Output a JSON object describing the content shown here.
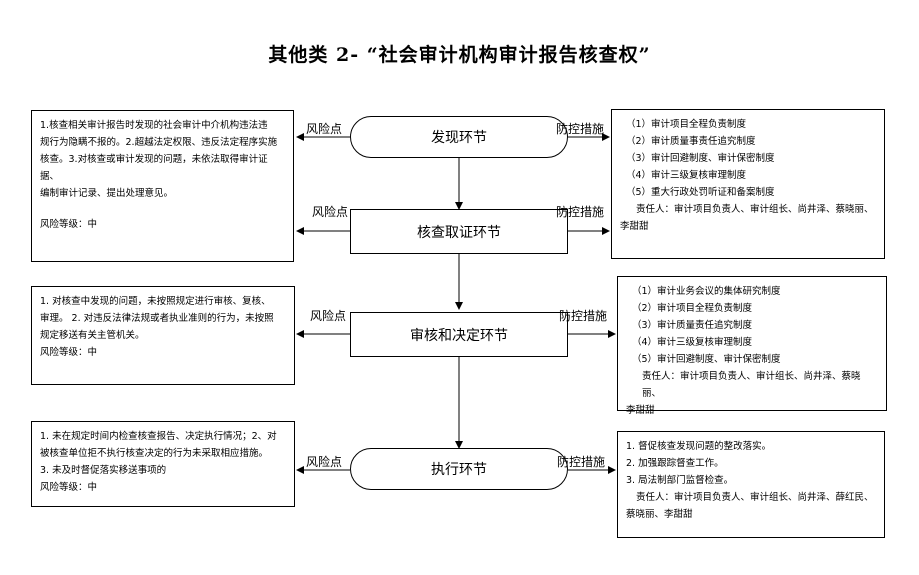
{
  "title": "其他类 2- “社会审计机构审计报告核查权”",
  "labels": {
    "risk": "风险点",
    "control": "防控措施"
  },
  "stages": [
    {
      "name": "发现环节"
    },
    {
      "name": "核查取证环节"
    },
    {
      "name": "审核和决定环节"
    },
    {
      "name": "执行环节"
    }
  ],
  "risk_boxes": [
    {
      "lines": [
        "1.核查相关审计报告时发现的社会审计中介机构违法违",
        "规行为隐瞒不报的。2.超越法定权限、违反法定程序实施",
        "核查。3.对核查或审计发现的问题，未依法取得审计证据、",
        "编制审计记录、提出处理意见。"
      ],
      "level": "风险等级：中"
    },
    {
      "lines": [
        "1. 对核查中发现的问题，未按照规定进行审核、复核、",
        "审理。 2. 对违反法律法规或者执业准则的行为，未按照",
        "规定移送有关主管机关。"
      ],
      "level": "风险等级：中"
    },
    {
      "lines": [
        "1. 未在规定时间内检查核查报告、决定执行情况；2、对",
        "被核查单位拒不执行核查决定的行为未采取相应措施。",
        "3. 未及时督促落实移送事项的"
      ],
      "level": "风险等级：中"
    }
  ],
  "control_boxes": [
    {
      "lines": [
        "（1）审计项目全程负责制度",
        "（2）审计质量事责任追究制度",
        "（3）审计回避制度、审计保密制度",
        "（4）审计三级复核审理制度",
        "（5）重大行政处罚听证和备案制度"
      ],
      "responsible": "责任人：审计项目负责人、审计组长、尚井泽、蔡晓丽、",
      "responsible2": "李甜甜"
    },
    {
      "lines": [
        "（1）审计业务会议的集体研究制度",
        "（2）审计项目全程负责制度",
        "（3）审计质量责任追究制度",
        "（4）审计三级复核审理制度",
        "（5）审计回避制度、审计保密制度"
      ],
      "responsible": "责任人：审计项目负责人、审计组长、尚井泽、蔡晓丽、",
      "responsible2": "李甜甜"
    },
    {
      "lines": [
        "1. 督促核查发现问题的整改落实。",
        "2. 加强跟踪督查工作。",
        "3. 局法制部门监督检查。"
      ],
      "responsible": "责任人：审计项目负责人、审计组长、尚井泽、薛红民、",
      "responsible2": "蔡晓丽、李甜甜"
    }
  ]
}
